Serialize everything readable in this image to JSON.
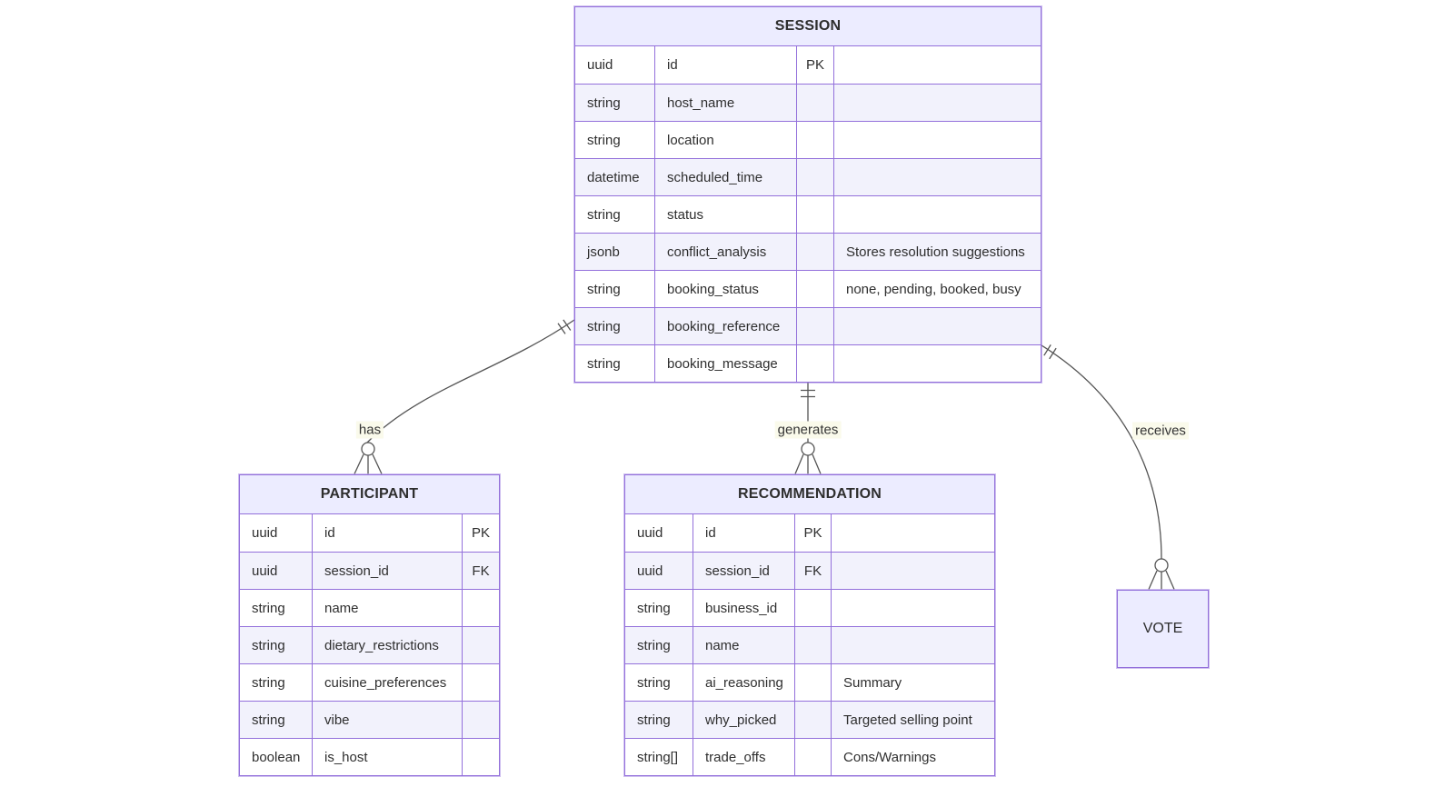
{
  "diagram": {
    "type": "entity-relationship",
    "background_color": "#ffffff",
    "entity_header_fill": "#ececff",
    "row_even_fill": "#f2f2fc",
    "row_odd_fill": "#ffffff",
    "border_color": "#9370DB",
    "line_color": "#555555",
    "label_background": "#fafaeb",
    "text_color": "#2e2e2e"
  },
  "entities": {
    "session": {
      "name": "SESSION",
      "rows": [
        {
          "type": "uuid",
          "name": "id",
          "key": "PK",
          "comment": ""
        },
        {
          "type": "string",
          "name": "host_name",
          "key": "",
          "comment": ""
        },
        {
          "type": "string",
          "name": "location",
          "key": "",
          "comment": ""
        },
        {
          "type": "datetime",
          "name": "scheduled_time",
          "key": "",
          "comment": ""
        },
        {
          "type": "string",
          "name": "status",
          "key": "",
          "comment": ""
        },
        {
          "type": "jsonb",
          "name": "conflict_analysis",
          "key": "",
          "comment": "Stores resolution suggestions"
        },
        {
          "type": "string",
          "name": "booking_status",
          "key": "",
          "comment": "none, pending, booked, busy"
        },
        {
          "type": "string",
          "name": "booking_reference",
          "key": "",
          "comment": ""
        },
        {
          "type": "string",
          "name": "booking_message",
          "key": "",
          "comment": ""
        }
      ]
    },
    "participant": {
      "name": "PARTICIPANT",
      "rows": [
        {
          "type": "uuid",
          "name": "id",
          "key": "PK"
        },
        {
          "type": "uuid",
          "name": "session_id",
          "key": "FK"
        },
        {
          "type": "string",
          "name": "name",
          "key": ""
        },
        {
          "type": "string",
          "name": "dietary_restrictions",
          "key": ""
        },
        {
          "type": "string",
          "name": "cuisine_preferences",
          "key": ""
        },
        {
          "type": "string",
          "name": "vibe",
          "key": ""
        },
        {
          "type": "boolean",
          "name": "is_host",
          "key": ""
        }
      ]
    },
    "recommendation": {
      "name": "RECOMMENDATION",
      "rows": [
        {
          "type": "uuid",
          "name": "id",
          "key": "PK",
          "comment": ""
        },
        {
          "type": "uuid",
          "name": "session_id",
          "key": "FK",
          "comment": ""
        },
        {
          "type": "string",
          "name": "business_id",
          "key": "",
          "comment": ""
        },
        {
          "type": "string",
          "name": "name",
          "key": "",
          "comment": ""
        },
        {
          "type": "string",
          "name": "ai_reasoning",
          "key": "",
          "comment": "Summary"
        },
        {
          "type": "string",
          "name": "why_picked",
          "key": "",
          "comment": "Targeted selling point"
        },
        {
          "type": "string[]",
          "name": "trade_offs",
          "key": "",
          "comment": "Cons/Warnings"
        }
      ]
    },
    "vote": {
      "name": "VOTE"
    }
  },
  "relationships": [
    {
      "label": "has",
      "from": "SESSION",
      "to": "PARTICIPANT",
      "cardinality": "exactly-one to zero-or-more"
    },
    {
      "label": "generates",
      "from": "SESSION",
      "to": "RECOMMENDATION",
      "cardinality": "exactly-one to zero-or-more"
    },
    {
      "label": "receives",
      "from": "SESSION",
      "to": "VOTE",
      "cardinality": "exactly-one to zero-or-more"
    }
  ]
}
